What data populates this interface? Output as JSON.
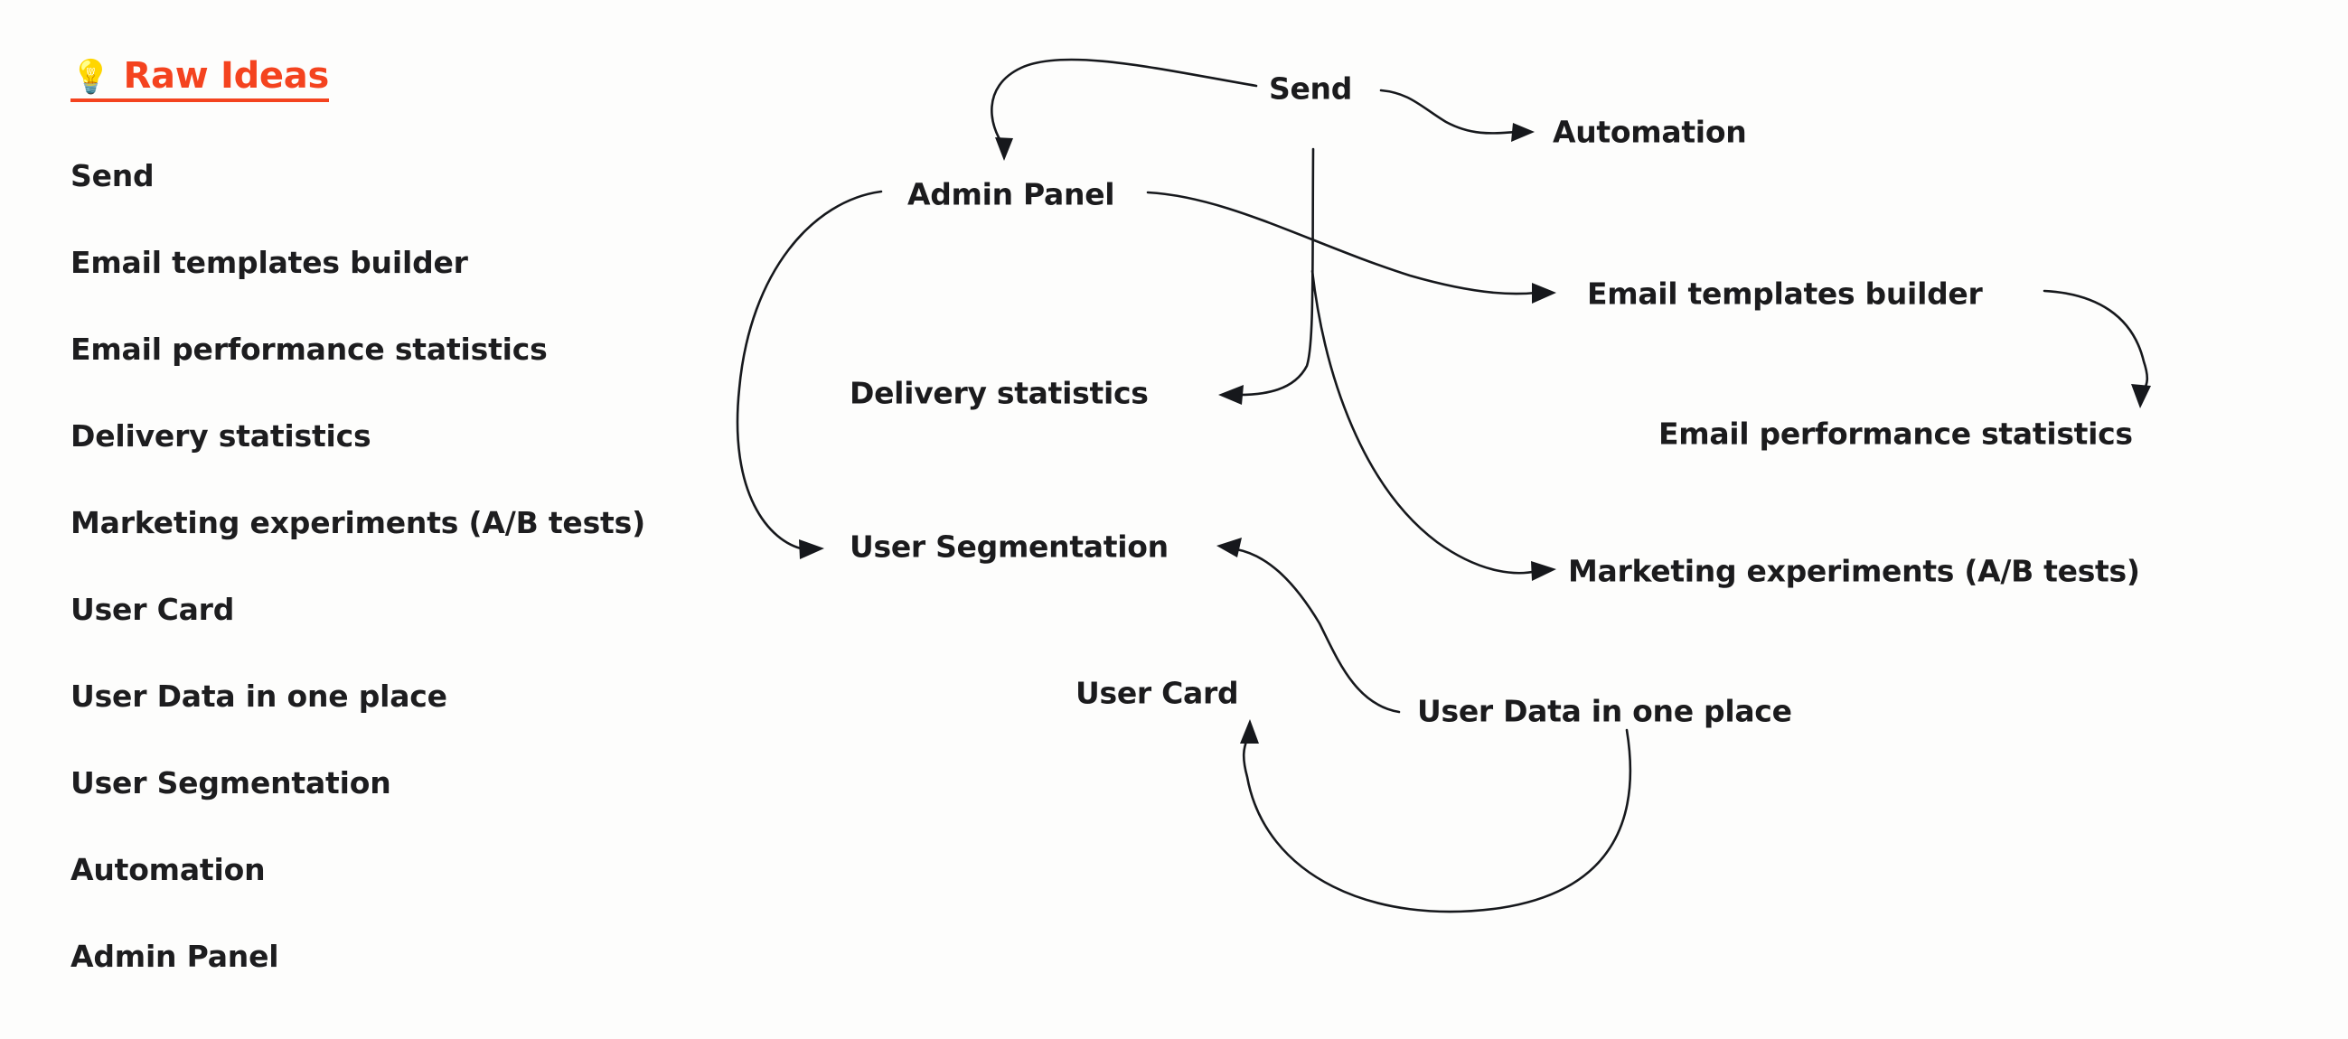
{
  "panel": {
    "heading": {
      "icon": "lightbulb-icon",
      "icon_glyph": "💡",
      "label": "Raw Ideas",
      "color": "#F4431F"
    },
    "items": [
      {
        "label": "Send"
      },
      {
        "label": "Email templates builder"
      },
      {
        "label": "Email performance statistics"
      },
      {
        "label": "Delivery statistics"
      },
      {
        "label": "Marketing experiments (A/B tests)"
      },
      {
        "label": "User Card"
      },
      {
        "label": "User Data in one place"
      },
      {
        "label": "User Segmentation"
      },
      {
        "label": "Automation"
      },
      {
        "label": "Admin Panel"
      }
    ]
  },
  "map": {
    "nodes": [
      {
        "id": "send",
        "label": "Send"
      },
      {
        "id": "automation",
        "label": "Automation"
      },
      {
        "id": "admin-panel",
        "label": "Admin Panel"
      },
      {
        "id": "email-templates",
        "label": "Email templates builder"
      },
      {
        "id": "delivery-stats",
        "label": "Delivery statistics"
      },
      {
        "id": "email-perf",
        "label": "Email performance statistics"
      },
      {
        "id": "user-seg",
        "label": "User Segmentation"
      },
      {
        "id": "marketing",
        "label": "Marketing experiments (A/B tests)"
      },
      {
        "id": "user-card",
        "label": "User Card"
      },
      {
        "id": "user-data",
        "label": "User Data in one place"
      }
    ],
    "edges": [
      {
        "from": "send",
        "to": "admin-panel"
      },
      {
        "from": "send",
        "to": "automation"
      },
      {
        "from": "send",
        "to": "delivery-stats"
      },
      {
        "from": "send",
        "to": "marketing"
      },
      {
        "from": "admin-panel",
        "to": "user-seg"
      },
      {
        "from": "admin-panel",
        "to": "email-templates"
      },
      {
        "from": "email-templates",
        "to": "email-perf"
      },
      {
        "from": "user-data",
        "to": "user-seg"
      },
      {
        "from": "user-data",
        "to": "user-card"
      }
    ],
    "stroke_color": "#16181c",
    "text_color": "#1b1b1d"
  },
  "background_color": "#fdfdfc"
}
